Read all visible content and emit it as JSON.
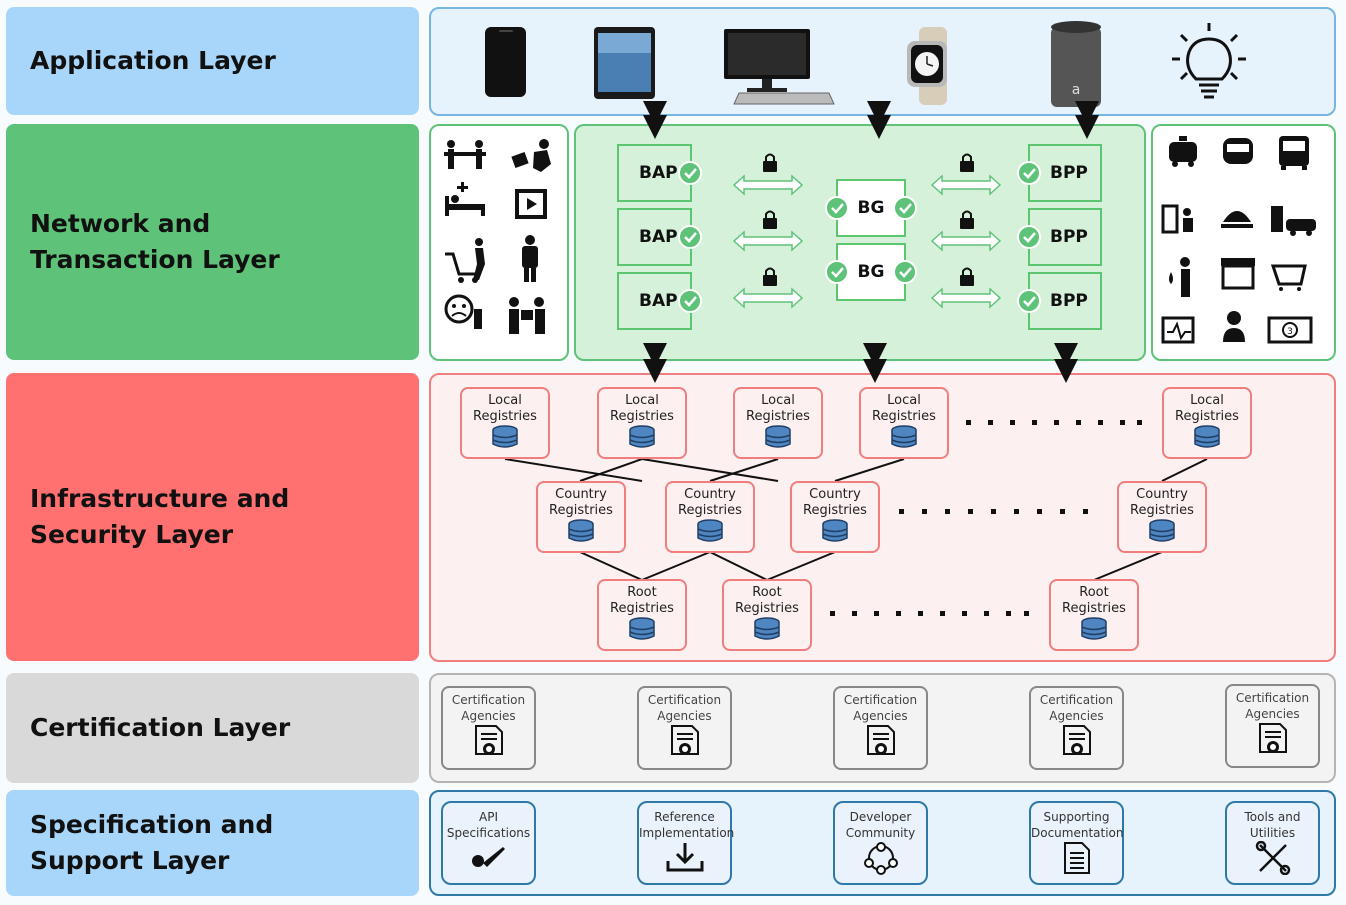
{
  "layers": {
    "application": "Application Layer",
    "network": "Network and Transaction Layer",
    "infrastructure": "Infrastructure and Security Layer",
    "certification": "Certification Layer",
    "specification": "Specification and Support Layer"
  },
  "colors": {
    "application": "#a8d6fa",
    "network": "#5ec378",
    "infrastructure": "#ff7070",
    "certification": "#d9d9d9",
    "specification": "#a8d6fa"
  },
  "devices": [
    "smartphone-icon",
    "tablet-icon",
    "desktop-computer-icon",
    "smartwatch-icon",
    "smart-speaker-icon",
    "light-bulb-icon"
  ],
  "network": {
    "bap": [
      "BAP",
      "BAP",
      "BAP"
    ],
    "bg": [
      "BG",
      "BG"
    ],
    "bpp": [
      "BPP",
      "BPP",
      "BPP"
    ]
  },
  "consumer_icons": [
    "dining-icon",
    "delivery-runner-icon",
    "hospital-bed-icon",
    "cinema-icon",
    "shopping-cart-icon",
    "courier-icon",
    "complaint-icon",
    "gift-exchange-icon"
  ],
  "provider_icons": [
    "taxi-icon",
    "train-icon",
    "bus-icon",
    "door-service-icon",
    "food-service-icon",
    "fuel-station-icon",
    "plumber-icon",
    "store-icon",
    "grocery-cart-icon",
    "health-monitor-icon",
    "doctor-icon",
    "ticket-icon"
  ],
  "registries": {
    "local": [
      "Local",
      "Registries"
    ],
    "country": [
      "Country",
      "Registries"
    ],
    "root": [
      "Root",
      "Registries"
    ]
  },
  "certification": [
    "Certification",
    "Agencies"
  ],
  "support": [
    [
      "API",
      "Specifications"
    ],
    [
      "Reference",
      "Implementation"
    ],
    [
      "Developer",
      "Community"
    ],
    [
      "Supporting",
      "Documentation"
    ],
    [
      "Tools and",
      "Utilities"
    ]
  ]
}
